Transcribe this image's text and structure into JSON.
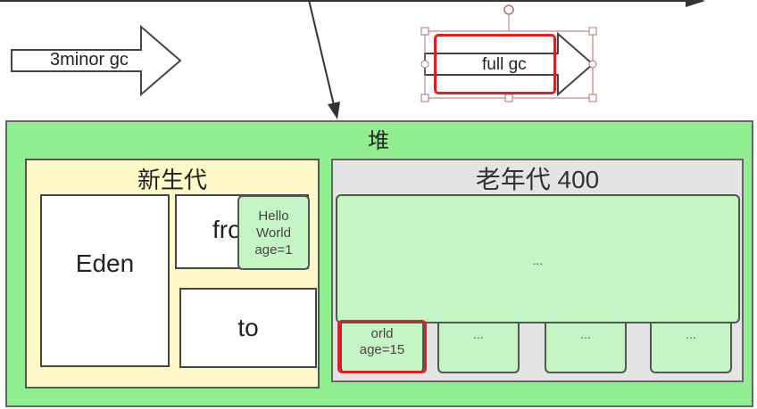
{
  "arrows": {
    "minor_label": "3minor gc",
    "full_label": "full gc"
  },
  "heap": {
    "title": "堆",
    "young": {
      "title": "新生代",
      "eden": "Eden",
      "from": "from",
      "to": "to",
      "object_card": [
        "Hello",
        "World",
        "age=1"
      ]
    },
    "old": {
      "title": "老年代 400",
      "main_text": "...",
      "slots": [
        {
          "lines": [
            "orld",
            "age=15"
          ]
        },
        {
          "text": "..."
        },
        {
          "text": "..."
        },
        {
          "text": "..."
        }
      ]
    }
  },
  "colors": {
    "heap_bg": "#90ee90",
    "young_bg": "#fff8c8",
    "old_bg": "#e4e4e4",
    "object_bg": "#c5f5c5",
    "highlight": "#e02020"
  }
}
